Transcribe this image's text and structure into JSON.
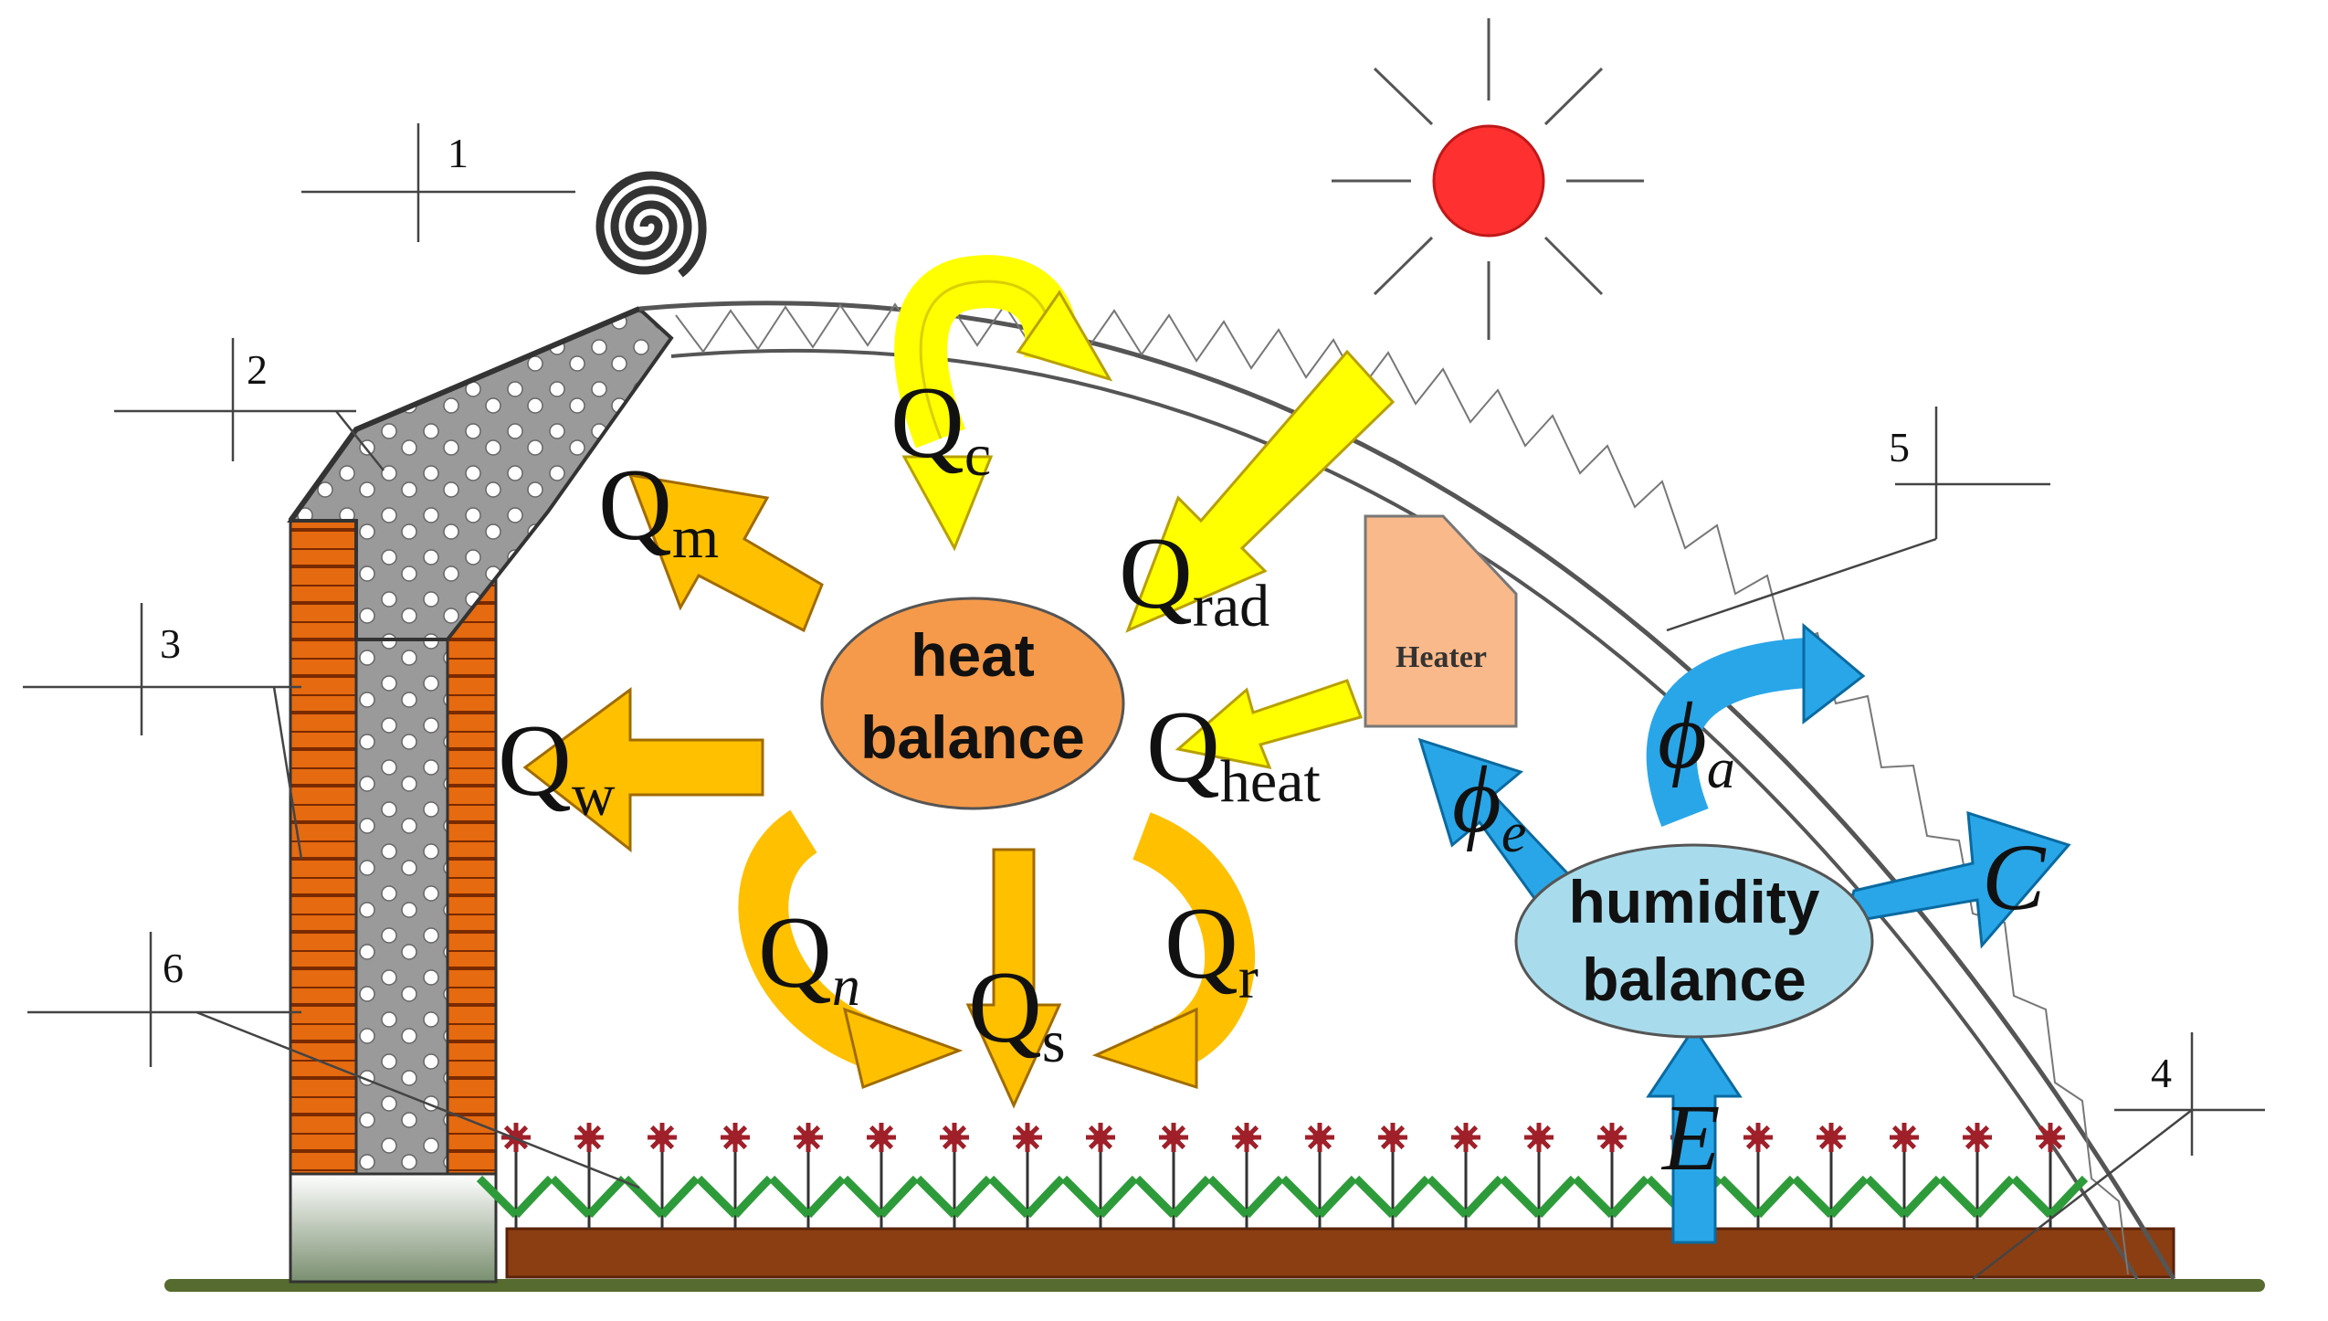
{
  "callouts": {
    "c1": "1",
    "c2": "2",
    "c3": "3",
    "c4": "4",
    "c5": "5",
    "c6": "6"
  },
  "heat_balance": {
    "line1": "heat",
    "line2": "balance"
  },
  "humidity_balance": {
    "line1": "humidity",
    "line2": "balance"
  },
  "heater": {
    "label": "Heater"
  },
  "heat_flows": {
    "qc": {
      "main": "Q",
      "sub": "c"
    },
    "qm": {
      "main": "Q",
      "sub": "m"
    },
    "qrad": {
      "main": "Q",
      "sub": "rad"
    },
    "qheat": {
      "main": "Q",
      "sub": "heat"
    },
    "qw": {
      "main": "Q",
      "sub": "w"
    },
    "qn": {
      "main": "Q",
      "sub": "n"
    },
    "qs": {
      "main": "Q",
      "sub": "s"
    },
    "qr": {
      "main": "Q",
      "sub": "r"
    }
  },
  "humidity_flows": {
    "phi_e": {
      "main": "ϕ",
      "sub": "e"
    },
    "phi_a": {
      "main": "ϕ",
      "sub": "a"
    },
    "c": {
      "main": "C"
    },
    "e": {
      "main": "E"
    }
  },
  "colors": {
    "sun": "#ff3030",
    "heat_balance_fill": "#f59a4a",
    "humidity_balance_fill": "#a8dcec",
    "heater_fill": "#f9b98a",
    "yellow_arrow": "#ffff00",
    "orange_arrow": "#ffc000",
    "blue_arrow": "#29a6e8",
    "brick": "#e56a10",
    "insulation": "#9a9a9a",
    "soil": "#8b3e12",
    "ground": "#556b2f",
    "plant_leaf": "#2e9b3a",
    "flower": "#a0202a"
  }
}
